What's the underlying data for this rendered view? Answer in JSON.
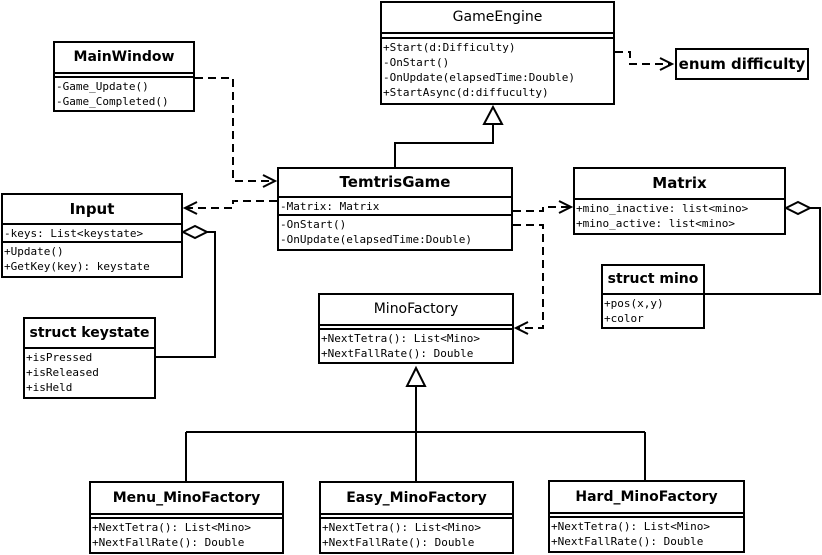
{
  "classes": {
    "game_engine": {
      "name": "GameEngine",
      "attributes": [],
      "methods": [
        "+Start(d:Difficulty)",
        "-OnStart()",
        "-OnUpdate(elapsedTime:Double)",
        "+StartAsync(d:diffuculty)"
      ]
    },
    "main_window": {
      "name": "MainWindow",
      "methods": [
        "-Game_Update()",
        "-Game_Completed()"
      ]
    },
    "enum_difficulty": {
      "name": "enum difficulty"
    },
    "temtris_game": {
      "name": "TemtrisGame",
      "attributes": [
        "-Matrix: Matrix"
      ],
      "methods": [
        "-OnStart()",
        "-OnUpdate(elapsedTime:Double)"
      ]
    },
    "matrix": {
      "name": "Matrix",
      "attributes": [
        "+mino_inactive: list<mino>",
        "+mino_active: list<mino>"
      ]
    },
    "input": {
      "name": "Input",
      "attributes": [
        "-keys: List<keystate>"
      ],
      "methods": [
        "+Update()",
        "+GetKey(key): keystate"
      ]
    },
    "struct_mino": {
      "name": "struct mino",
      "attributes": [
        "+pos(x,y)",
        "+color"
      ]
    },
    "mino_factory": {
      "name": "MinoFactory",
      "methods": [
        "+NextTetra(): List<Mino>",
        "+NextFallRate(): Double"
      ]
    },
    "struct_keystate": {
      "name": "struct keystate",
      "attributes": [
        "+isPressed",
        "+isReleased",
        "+isHeld"
      ]
    },
    "menu_mino_factory": {
      "name": "Menu_MinoFactory",
      "methods": [
        "+NextTetra(): List<Mino>",
        "+NextFallRate(): Double"
      ]
    },
    "easy_mino_factory": {
      "name": "Easy_MinoFactory",
      "methods": [
        "+NextTetra(): List<Mino>",
        "+NextFallRate(): Double"
      ]
    },
    "hard_mino_factory": {
      "name": "Hard_MinoFactory",
      "methods": [
        "+NextTetra(): List<Mino>",
        "+NextFallRate(): Double"
      ]
    }
  },
  "relationships": [
    {
      "type": "inheritance",
      "from": "temtris_game",
      "to": "game_engine"
    },
    {
      "type": "dependency",
      "from": "game_engine",
      "to": "enum_difficulty"
    },
    {
      "type": "dependency",
      "from": "main_window",
      "to": "temtris_game"
    },
    {
      "type": "dependency",
      "from": "temtris_game",
      "to": "input"
    },
    {
      "type": "dependency",
      "from": "temtris_game",
      "to": "matrix"
    },
    {
      "type": "dependency",
      "from": "temtris_game",
      "to": "mino_factory"
    },
    {
      "type": "aggregation",
      "from": "struct_mino",
      "to": "matrix"
    },
    {
      "type": "aggregation",
      "from": "struct_keystate",
      "to": "input"
    },
    {
      "type": "inheritance",
      "from": "menu_mino_factory",
      "to": "mino_factory"
    },
    {
      "type": "inheritance",
      "from": "easy_mino_factory",
      "to": "mino_factory"
    },
    {
      "type": "inheritance",
      "from": "hard_mino_factory",
      "to": "mino_factory"
    }
  ]
}
